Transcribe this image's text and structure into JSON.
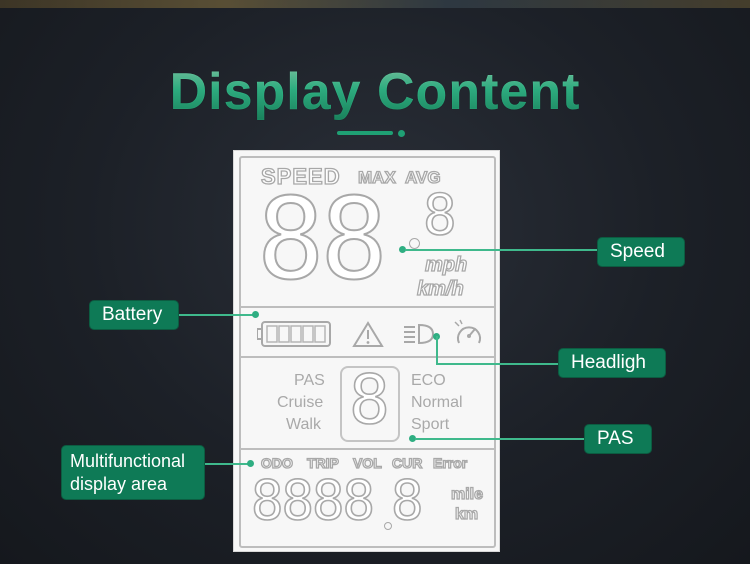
{
  "title": "Display Content",
  "lcd": {
    "speed_label": "SPEED",
    "max_label": "MAX",
    "avg_label": "AVG",
    "speed_digits": "88",
    "speed_decimal": "8",
    "unit_mph": "mph",
    "unit_kmh": "km/h",
    "pas_left": [
      "PAS",
      "Cruise",
      "Walk"
    ],
    "pas_right": [
      "ECO",
      "Normal",
      "Sport"
    ],
    "pas_digit": "8",
    "multi_labels": [
      "ODO",
      "TRIP",
      "VOL",
      "CUR",
      "Error"
    ],
    "multi_digits": "8888",
    "multi_decimal": "8",
    "unit_mile": "mile",
    "unit_km": "km"
  },
  "callouts": {
    "speed": "Speed",
    "battery": "Battery",
    "headlight": "Headligh",
    "pas": "PAS",
    "multifunctional": "Multifunctional\ndisplay area"
  },
  "colors": {
    "accent": "#0e7a56",
    "title": "#39d79f",
    "segment": "#a8a8a8"
  },
  "icons": [
    "battery-icon",
    "warning-icon",
    "headlight-icon",
    "speedometer-icon"
  ]
}
